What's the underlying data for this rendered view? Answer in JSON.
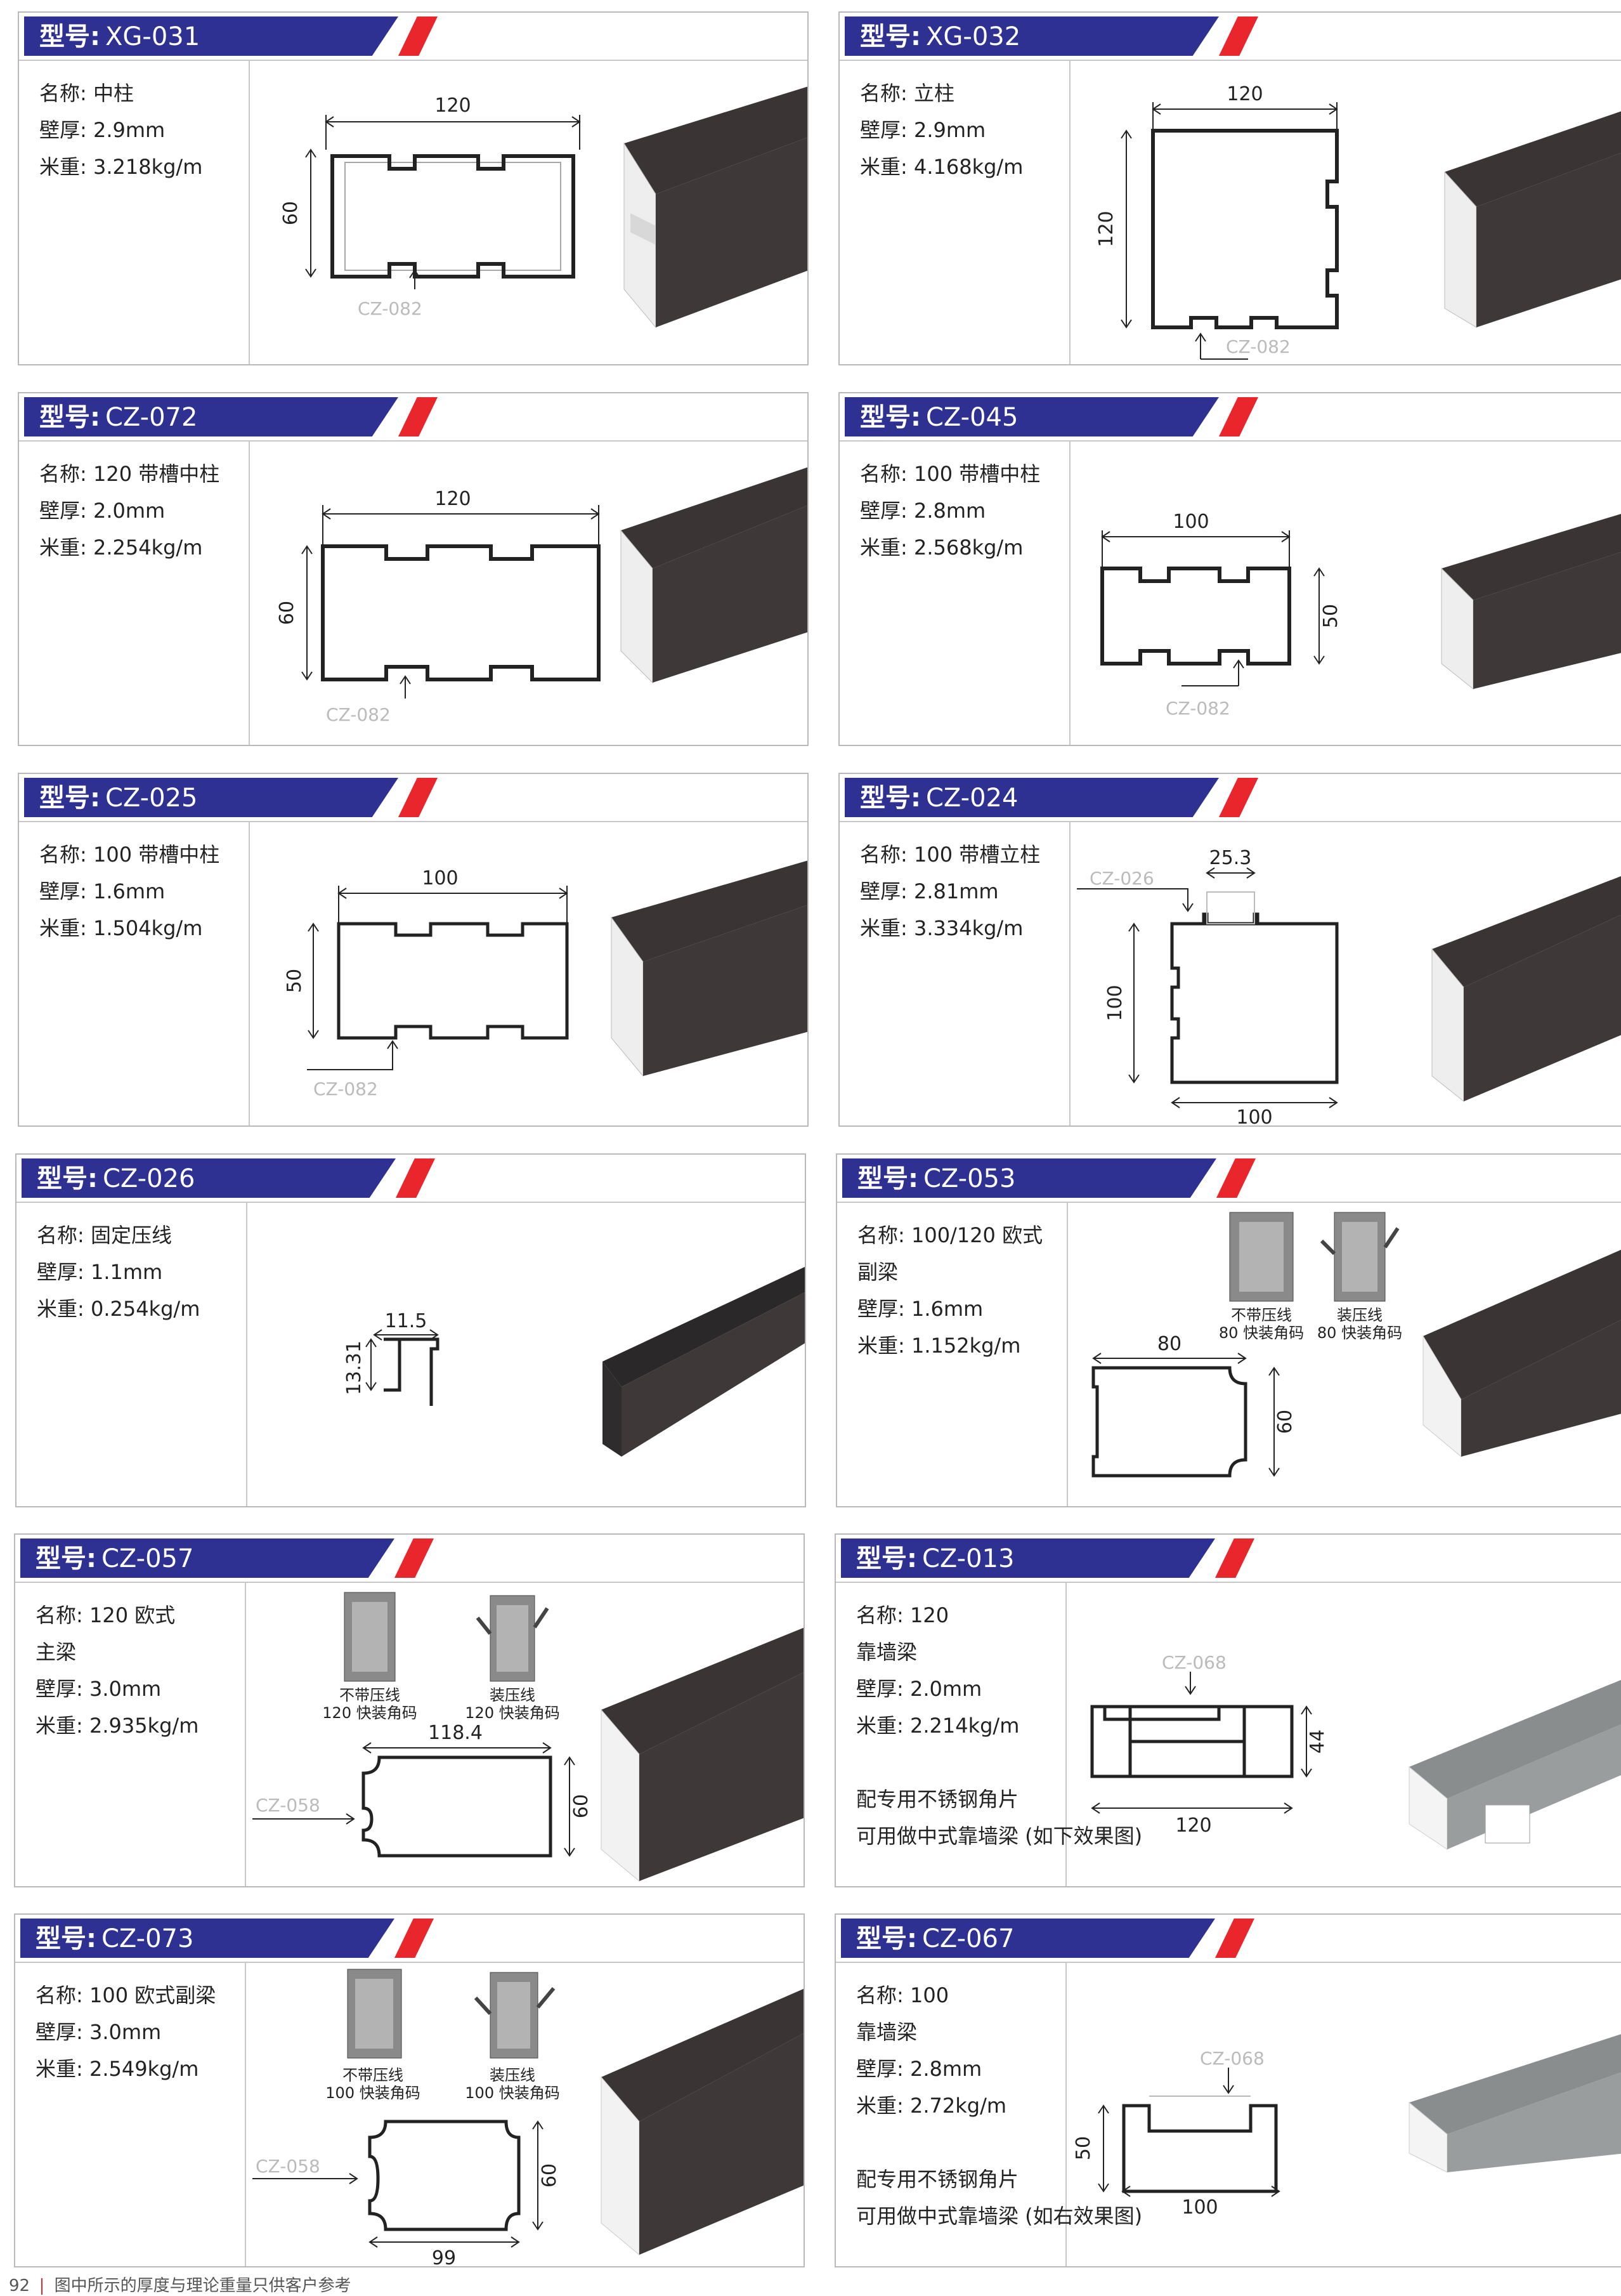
{
  "labels": {
    "model_prefix": "型号:",
    "name": "名称:",
    "thickness": "壁厚:",
    "weight": "米重:"
  },
  "products": [
    {
      "model": "XG-031",
      "name": "中柱",
      "thickness": "2.9mm",
      "weight": "3.218kg/m",
      "dims": [
        "120",
        "60"
      ],
      "ref": "CZ-082"
    },
    {
      "model": "XG-032",
      "name": "立柱",
      "thickness": "2.9mm",
      "weight": "4.168kg/m",
      "dims": [
        "120",
        "120"
      ],
      "ref": "CZ-082"
    },
    {
      "model": "CZ-072",
      "name": "120 带槽中柱",
      "thickness": "2.0mm",
      "weight": "2.254kg/m",
      "dims": [
        "120",
        "60"
      ],
      "ref": "CZ-082"
    },
    {
      "model": "CZ-045",
      "name": "100 带槽中柱",
      "thickness": "2.8mm",
      "weight": "2.568kg/m",
      "dims": [
        "100",
        "50"
      ],
      "ref": "CZ-082"
    },
    {
      "model": "CZ-025",
      "name": "100 带槽中柱",
      "thickness": "1.6mm",
      "weight": "1.504kg/m",
      "dims": [
        "100",
        "50"
      ],
      "ref": "CZ-082"
    },
    {
      "model": "CZ-024",
      "name": "100 带槽立柱",
      "thickness": "2.81mm",
      "weight": "3.334kg/m",
      "dims": [
        "25.3",
        "100",
        "100"
      ],
      "ref": "CZ-026"
    },
    {
      "model": "CZ-026",
      "name": "固定压线",
      "thickness": "1.1mm",
      "weight": "0.254kg/m",
      "dims": [
        "11.5",
        "13.31"
      ]
    },
    {
      "model": "CZ-053",
      "name": "100/120 欧式",
      "name2": "副梁",
      "thickness": "1.6mm",
      "weight": "1.152kg/m",
      "dims": [
        "80",
        "60"
      ],
      "acc": [
        {
          "l1": "不带压线",
          "l2": "80 快装角码"
        },
        {
          "l1": "装压线",
          "l2": "80 快装角码"
        }
      ]
    },
    {
      "model": "CZ-057",
      "name": "120 欧式",
      "name2": "主梁",
      "thickness": "3.0mm",
      "weight": "2.935kg/m",
      "dims": [
        "118.4",
        "60"
      ],
      "ref": "CZ-058",
      "acc": [
        {
          "l1": "不带压线",
          "l2": "120 快装角码"
        },
        {
          "l1": "装压线",
          "l2": "120 快装角码"
        }
      ]
    },
    {
      "model": "CZ-013",
      "name": "120",
      "name2": "靠墙梁",
      "thickness": "2.0mm",
      "weight": "2.214kg/m",
      "dims": [
        "120",
        "44"
      ],
      "ref": "CZ-068",
      "note1": "配专用不锈钢角片",
      "note2": "可用做中式靠墙梁 (如下效果图)"
    },
    {
      "model": "CZ-073",
      "name": "100 欧式副梁",
      "thickness": "3.0mm",
      "weight": "2.549kg/m",
      "dims": [
        "99",
        "60"
      ],
      "ref": "CZ-058",
      "acc": [
        {
          "l1": "不带压线",
          "l2": "100 快装角码"
        },
        {
          "l1": "装压线",
          "l2": "100 快装角码"
        }
      ]
    },
    {
      "model": "CZ-067",
      "name": "100",
      "name2": "靠墙梁",
      "thickness": "2.8mm",
      "weight": "2.72kg/m",
      "dims": [
        "100",
        "50"
      ],
      "ref": "CZ-068",
      "note1": "配专用不锈钢角片",
      "note2": "可用做中式靠墙梁 (如右效果图)"
    }
  ],
  "footer": {
    "page": "92",
    "text": "图中所示的厚度与理论重量只供客户参考"
  }
}
